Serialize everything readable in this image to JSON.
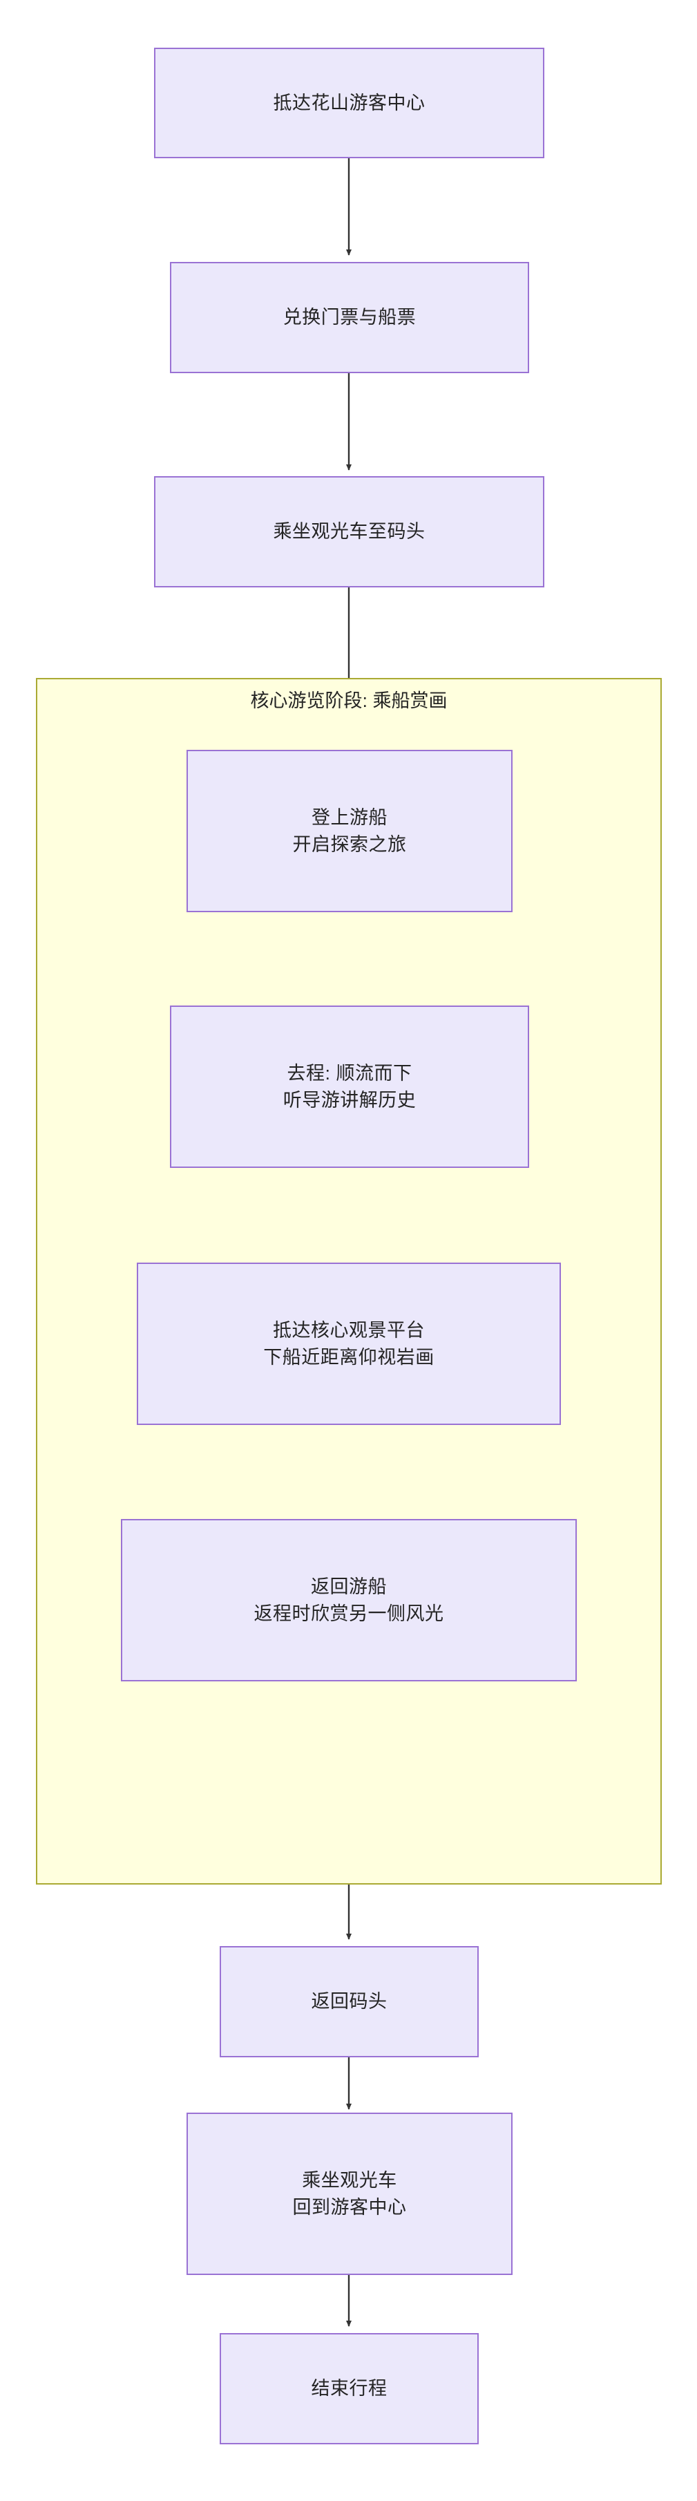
{
  "diagram": {
    "type": "flowchart",
    "direction": "top-to-bottom",
    "title_text": "",
    "colors": {
      "node_fill": "#ebe8fb",
      "node_stroke": "#9a72d4",
      "cluster_fill": "#ffffde",
      "cluster_stroke": "#aaaa33",
      "edge_stroke": "#333333",
      "text": "#242424",
      "background": "#ffffff"
    },
    "nodes": [
      {
        "id": "n1",
        "lines": [
          "抵达花山游客中心"
        ]
      },
      {
        "id": "n2",
        "lines": [
          "兑换门票与船票"
        ]
      },
      {
        "id": "n3",
        "lines": [
          "乘坐观光车至码头"
        ]
      },
      {
        "id": "n4",
        "lines": [
          "登上游船",
          "开启探索之旅"
        ]
      },
      {
        "id": "n5",
        "lines": [
          "去程: 顺流而下",
          "听导游讲解历史"
        ]
      },
      {
        "id": "n6",
        "lines": [
          "抵达核心观景平台",
          "下船近距离仰视岩画"
        ]
      },
      {
        "id": "n7",
        "lines": [
          "返回游船",
          "返程时欣赏另一侧风光"
        ]
      },
      {
        "id": "n8",
        "lines": [
          "返回码头"
        ]
      },
      {
        "id": "n9",
        "lines": [
          "乘坐观光车",
          "回到游客中心"
        ]
      },
      {
        "id": "n10",
        "lines": [
          "结束行程"
        ]
      }
    ],
    "cluster": {
      "id": "c1",
      "label": "核心游览阶段: 乘船赏画",
      "member_nodes": [
        "n4",
        "n5",
        "n6",
        "n7"
      ]
    },
    "edges": [
      {
        "from": "n1",
        "to": "n2"
      },
      {
        "from": "n2",
        "to": "n3"
      },
      {
        "from": "n3",
        "to": "n4"
      },
      {
        "from": "n4",
        "to": "n5"
      },
      {
        "from": "n5",
        "to": "n6"
      },
      {
        "from": "n6",
        "to": "n7"
      },
      {
        "from": "n7",
        "to": "n8"
      },
      {
        "from": "n8",
        "to": "n9"
      },
      {
        "from": "n9",
        "to": "n10"
      }
    ]
  }
}
